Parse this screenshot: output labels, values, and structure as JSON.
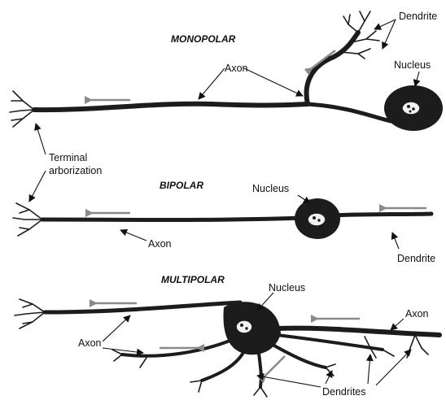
{
  "titles": {
    "monopolar": "MONOPOLAR",
    "bipolar": "BIPOLAR",
    "multipolar": "MULTIPOLAR"
  },
  "labels": {
    "dendrite": "Dendrite",
    "axon_mono": "Axon",
    "nucleus_mono": "Nucleus",
    "terminal_1": "Terminal",
    "terminal_2": "arborization",
    "nucleus_bi": "Nucleus",
    "axon_bi": "Axon",
    "dendrite_bi": "Dendrite",
    "nucleus_multi": "Nucleus",
    "axon_multi_left": "Axon",
    "axon_multi_right": "Axon",
    "dendrites": "Dendrites"
  },
  "colors": {
    "neuron": "#1c1c1c",
    "signal_arrow": "#8a8a8a",
    "background": "#ffffff"
  }
}
